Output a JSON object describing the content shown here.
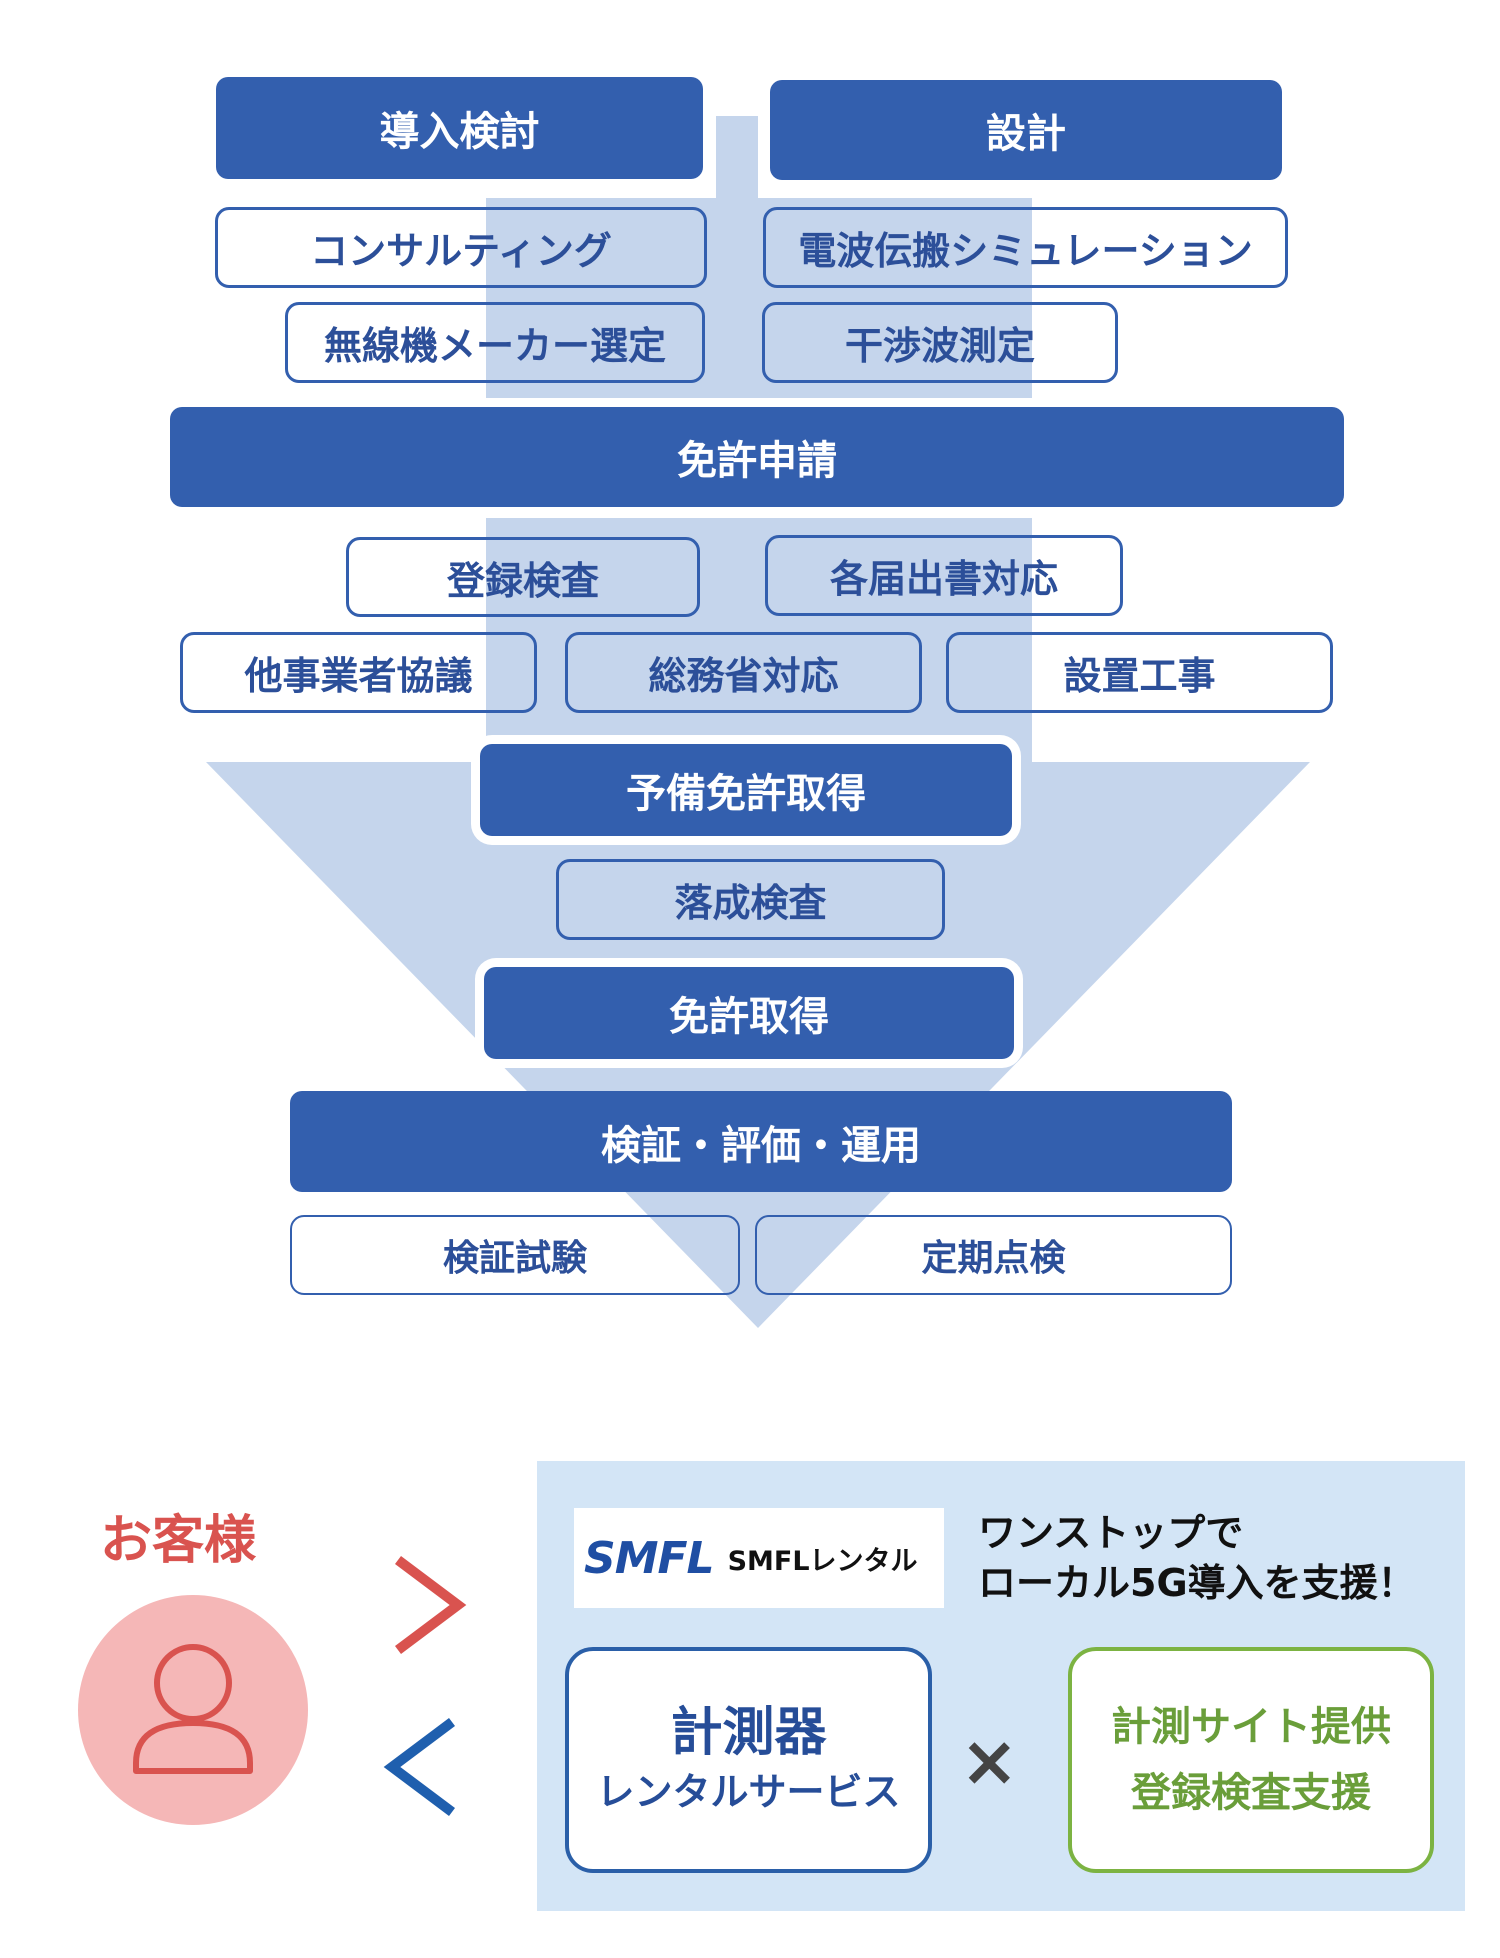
{
  "flow": {
    "stage_planning": "導入検討",
    "planning_items": [
      "コンサルティング",
      "無線機メーカー選定"
    ],
    "stage_design": "設計",
    "design_items": [
      "電波伝搬シミュレーション",
      "干渉波測定"
    ],
    "stage_license_application": "免許申請",
    "application_items_row1": [
      "登録検査",
      "各届出書対応"
    ],
    "application_items_row2": [
      "他事業者協議",
      "総務省対応",
      "設置工事"
    ],
    "stage_preliminary_license": "予備免許取得",
    "completion_inspection": "落成検査",
    "stage_license_acquired": "免許取得",
    "stage_operation": "検証・評価・運用",
    "operation_items": [
      "検証試験",
      "定期点検"
    ]
  },
  "colors": {
    "primary_blue": "#335fae",
    "arrow_light_blue": "#c5d5ec",
    "panel_blue": "#d3e5f6",
    "customer_red": "#d9534f",
    "avatar_pink": "#f5b7b7",
    "service_green": "#7cb342"
  },
  "lower": {
    "customer_label": "お客様",
    "customer_icon": "person-icon",
    "arrow_to_provider": "greater-than-arrow",
    "arrow_to_customer": "less-than-arrow",
    "logo_mark": "SMFL",
    "logo_text": "SMFLレンタル",
    "tagline_line1": "ワンストップで",
    "tagline_line2": "ローカル5G導入を支援！",
    "service_rental_title": "計測器",
    "service_rental_sub": "レンタルサービス",
    "times_symbol": "×",
    "service_site_line1": "計測サイト提供",
    "service_site_line2": "登録検査支援"
  }
}
